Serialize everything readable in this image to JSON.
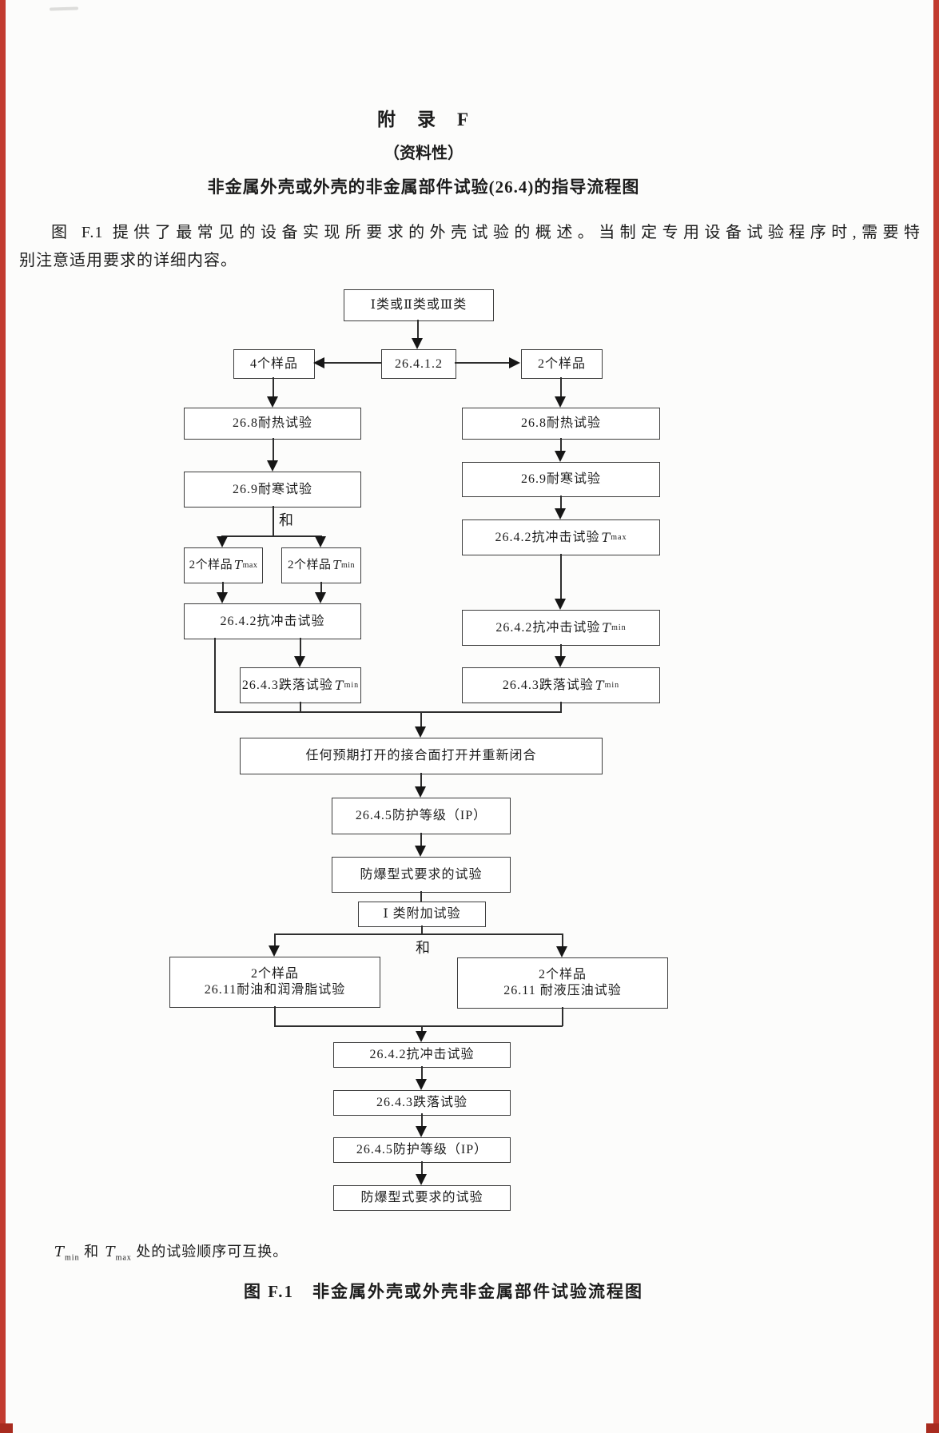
{
  "page": {
    "appendix_label": "附　录　F",
    "appendix_type": "（资料性）",
    "appendix_title": "非金属外壳或外壳的非金属部件试验(26.4)的指导流程图",
    "paragraph_line1": "图 F.1 提供了最常见的设备实现所要求的外壳试验的概述。当制定专用设备试验程序时,需要特",
    "paragraph_line2": "别注意适用要求的详细内容。",
    "footnote": {
      "t1": "T",
      "s1": "min",
      "mid": " 和 ",
      "t2": "T",
      "s2": "max",
      "tail": " 处的试验顺序可互换。"
    },
    "caption": "图 F.1　非金属外壳或外壳非金属部件试验流程图",
    "colors": {
      "scan_edge_red": "#c23b2f",
      "scan_corner_red": "#a82b1f",
      "line_black": "#2e2e2e"
    }
  },
  "flowchart": {
    "labels": {
      "and_left": "和",
      "and_center": "和"
    },
    "nodes": {
      "top_class": {
        "label": "Ⅰ类或Ⅱ类或Ⅲ类"
      },
      "ref_26412": {
        "label": "26.4.1.2"
      },
      "samples4": {
        "label": "4个样品"
      },
      "samples2": {
        "label": "2个样品"
      },
      "l_heat": {
        "label": "26.8耐热试验"
      },
      "r_heat": {
        "label": "26.8耐热试验"
      },
      "l_cold": {
        "label": "26.9耐寒试验"
      },
      "r_cold": {
        "label": "26.9耐寒试验"
      },
      "l_tmax": {
        "label": "2个样品",
        "tvar": "T",
        "sub": "max"
      },
      "l_tmin": {
        "label": "2个样品",
        "tvar": "T",
        "sub": "min"
      },
      "r_impact_tmax": {
        "label": "26.4.2抗冲击试验",
        "tvar": "T",
        "sub": "max"
      },
      "l_impact": {
        "label": "26.4.2抗冲击试验"
      },
      "r_impact_tmin": {
        "label": "26.4.2抗冲击试验",
        "tvar": "T",
        "sub": "min"
      },
      "l_drop": {
        "label": "26.4.3跌落试验",
        "tvar": "T",
        "sub": "min"
      },
      "r_drop": {
        "label": "26.4.3跌落试验",
        "tvar": "T",
        "sub": "min"
      },
      "reclose": {
        "label": "任何预期打开的接合面打开并重新闭合"
      },
      "ip1": {
        "label": "26.4.5防护等级（IP）"
      },
      "ex1": {
        "label": "防爆型式要求的试验"
      },
      "class1_extra": {
        "label": "Ⅰ 类附加试验"
      },
      "l_branch": {
        "line1": "2个样品",
        "line2": "26.11耐油和润滑脂试验"
      },
      "r_branch": {
        "line1": "2个样品",
        "line2": "26.11 耐液压油试验"
      },
      "impact2": {
        "label": "26.4.2抗冲击试验"
      },
      "drop2": {
        "label": "26.4.3跌落试验"
      },
      "ip2": {
        "label": "26.4.5防护等级（IP）"
      },
      "ex2": {
        "label": "防爆型式要求的试验"
      }
    }
  }
}
